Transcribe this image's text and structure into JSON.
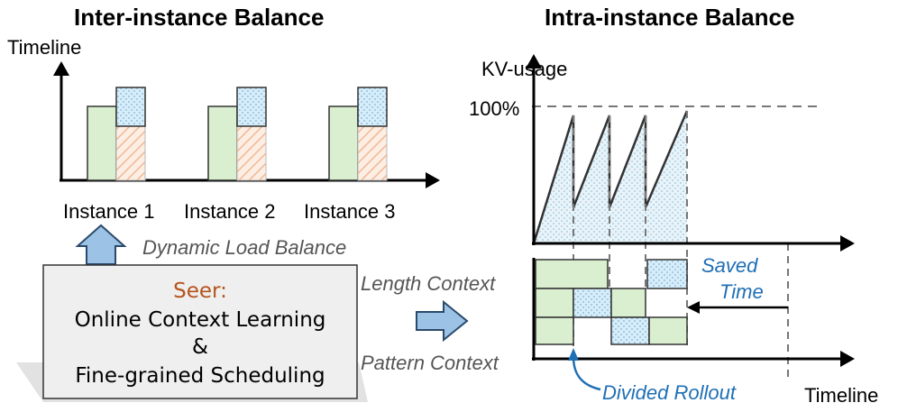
{
  "left_panel": {
    "title": "Inter-instance Balance",
    "y_axis_label": "Timeline",
    "instances": [
      "Instance 1",
      "Instance 2",
      "Instance 3"
    ],
    "arrow_label": "Dynamic Load Balance"
  },
  "seer_box": {
    "name": "Seer:",
    "line1": "Online Context Learning",
    "line2": "&",
    "line3": "Fine-grained Scheduling"
  },
  "middle": {
    "length_context": "Length Context",
    "pattern_context": "Pattern Context"
  },
  "right_panel": {
    "title": "Intra-instance Balance",
    "y_axis_label": "KV-usage",
    "hundred_label": "100%",
    "saved_time_line1": "Saved",
    "saved_time_line2": "Time",
    "divided_rollout": "Divided Rollout",
    "x_axis_label": "Timeline"
  },
  "colors": {
    "green": "#d9efcf",
    "blue_dotted": "#d7eefa",
    "hatch": "#f4c7a8",
    "accent_blue": "#1f6fb5",
    "seer_orange": "#b5541c",
    "arrow_fill": "#9cc3e6"
  }
}
